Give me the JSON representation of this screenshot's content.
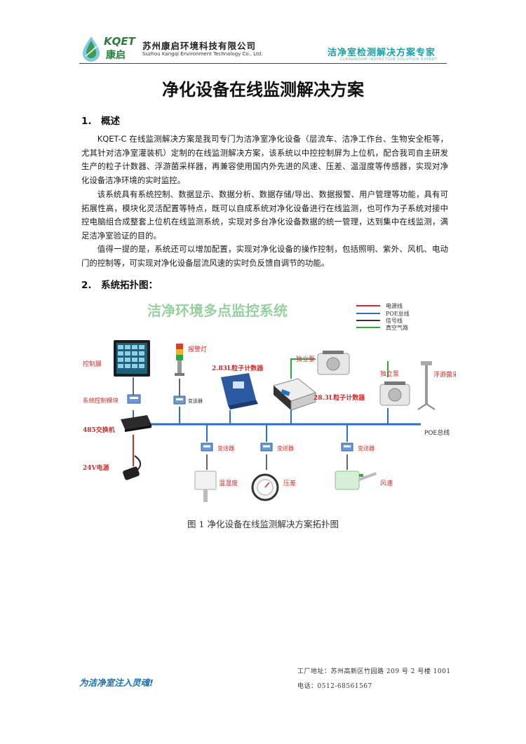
{
  "header": {
    "brand_latin": "KQET",
    "brand_cn": "康启",
    "company_cn": "苏州康启环境科技有限公司",
    "company_en": "Suzhou Kangqi Environment Technology Co., Ltd.",
    "slogan_cn": "洁净室检测解决方案专家",
    "slogan_en": "CLEANROOM INSPECTION SOLUTION EXPERT"
  },
  "title": "净化设备在线监测解决方案",
  "sections": [
    {
      "heading": "1.　概述",
      "paragraphs": [
        "KQET-C 在线监测解决方案是我司专门为洁净室净化设备（层流车、洁净工作台、生物安全柜等，尤其针对洁净室灌装机）定制的在线监测解决方案，该系统以中控控制屏为上位机，配合我司自主研发生产的粒子计数器、浮游菌采样器，再兼容使用国内外先进的风速、压差、温湿度等传感器，实现对净化设备洁净环境的实时监控。",
        "该系统具有系统控制、数据显示、数据分析、数据存储/导出、数据报警、用户管理等功能，具有可拓展性高，模块化灵活配置等特点，既可以自成系统对净化设备进行在线监测，也可作为子系统对接中控电脑组合成整套上位机在线监测系统，实现对多台净化设备数据的统一管理，达到集中在线监测，满足洁净室验证的目的。",
        "值得一提的是，系统还可以增加配置，实现对净化设备的操作控制，包括照明、紫外、风机、电动门的控制等，可实现对净化设备层流风速的实时负反馈自调节的功能。"
      ]
    },
    {
      "heading": "2.　系统拓扑图："
    }
  ],
  "diagram": {
    "title": "洁净环境多点监控系统",
    "legend": [
      {
        "label": "电源线",
        "color": "#d62a2a"
      },
      {
        "label": "POE总线",
        "color": "#2a6fc9"
      },
      {
        "label": "信号线",
        "color": "#333333"
      },
      {
        "label": "真空气路",
        "color": "#2aa845"
      }
    ],
    "labels": {
      "control_screen": "控制屏",
      "alarm_light": "报警灯",
      "counter_283": "2.83L粒子计数器",
      "pump_1": "独立泵",
      "counter_283_big": "28.3L粒子计数器",
      "pump_2": "独立泵",
      "bio_sampler": "浮游菌采样器",
      "system_module": "系统控制模块",
      "transmitter_1": "变送器",
      "switch_485": "485交换机",
      "poe_bus": "POE总线",
      "power_24v": "24V电源",
      "transmitter_2": "变送器",
      "transmitter_3": "变送器",
      "transmitter_4": "变送器",
      "temp_humidity": "温湿度",
      "pressure": "压差",
      "wind_speed": "风速"
    },
    "caption": "图 1  净化设备在线监测解决方案拓扑图"
  },
  "footer": {
    "slogan": "为洁净室注入灵魂!",
    "address": "工厂地址：苏州高新区竹园路 209 号 2 号楼 1001",
    "phone": "电话：0512-68561567"
  }
}
